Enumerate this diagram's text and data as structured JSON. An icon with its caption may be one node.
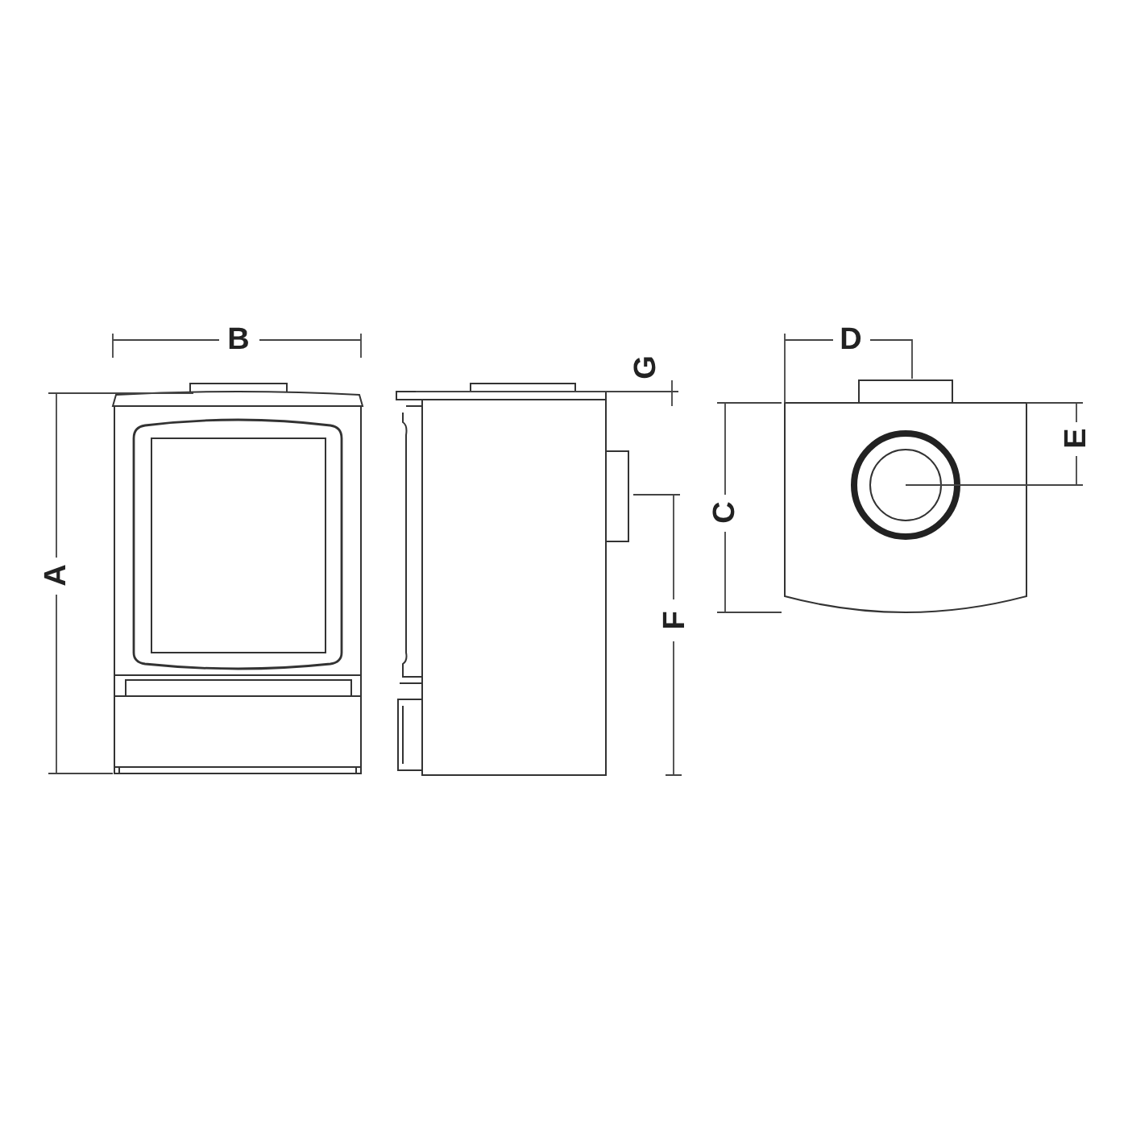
{
  "diagram": {
    "labels": [
      "B",
      "D",
      "G",
      "E",
      "C",
      "A",
      "F"
    ]
  }
}
